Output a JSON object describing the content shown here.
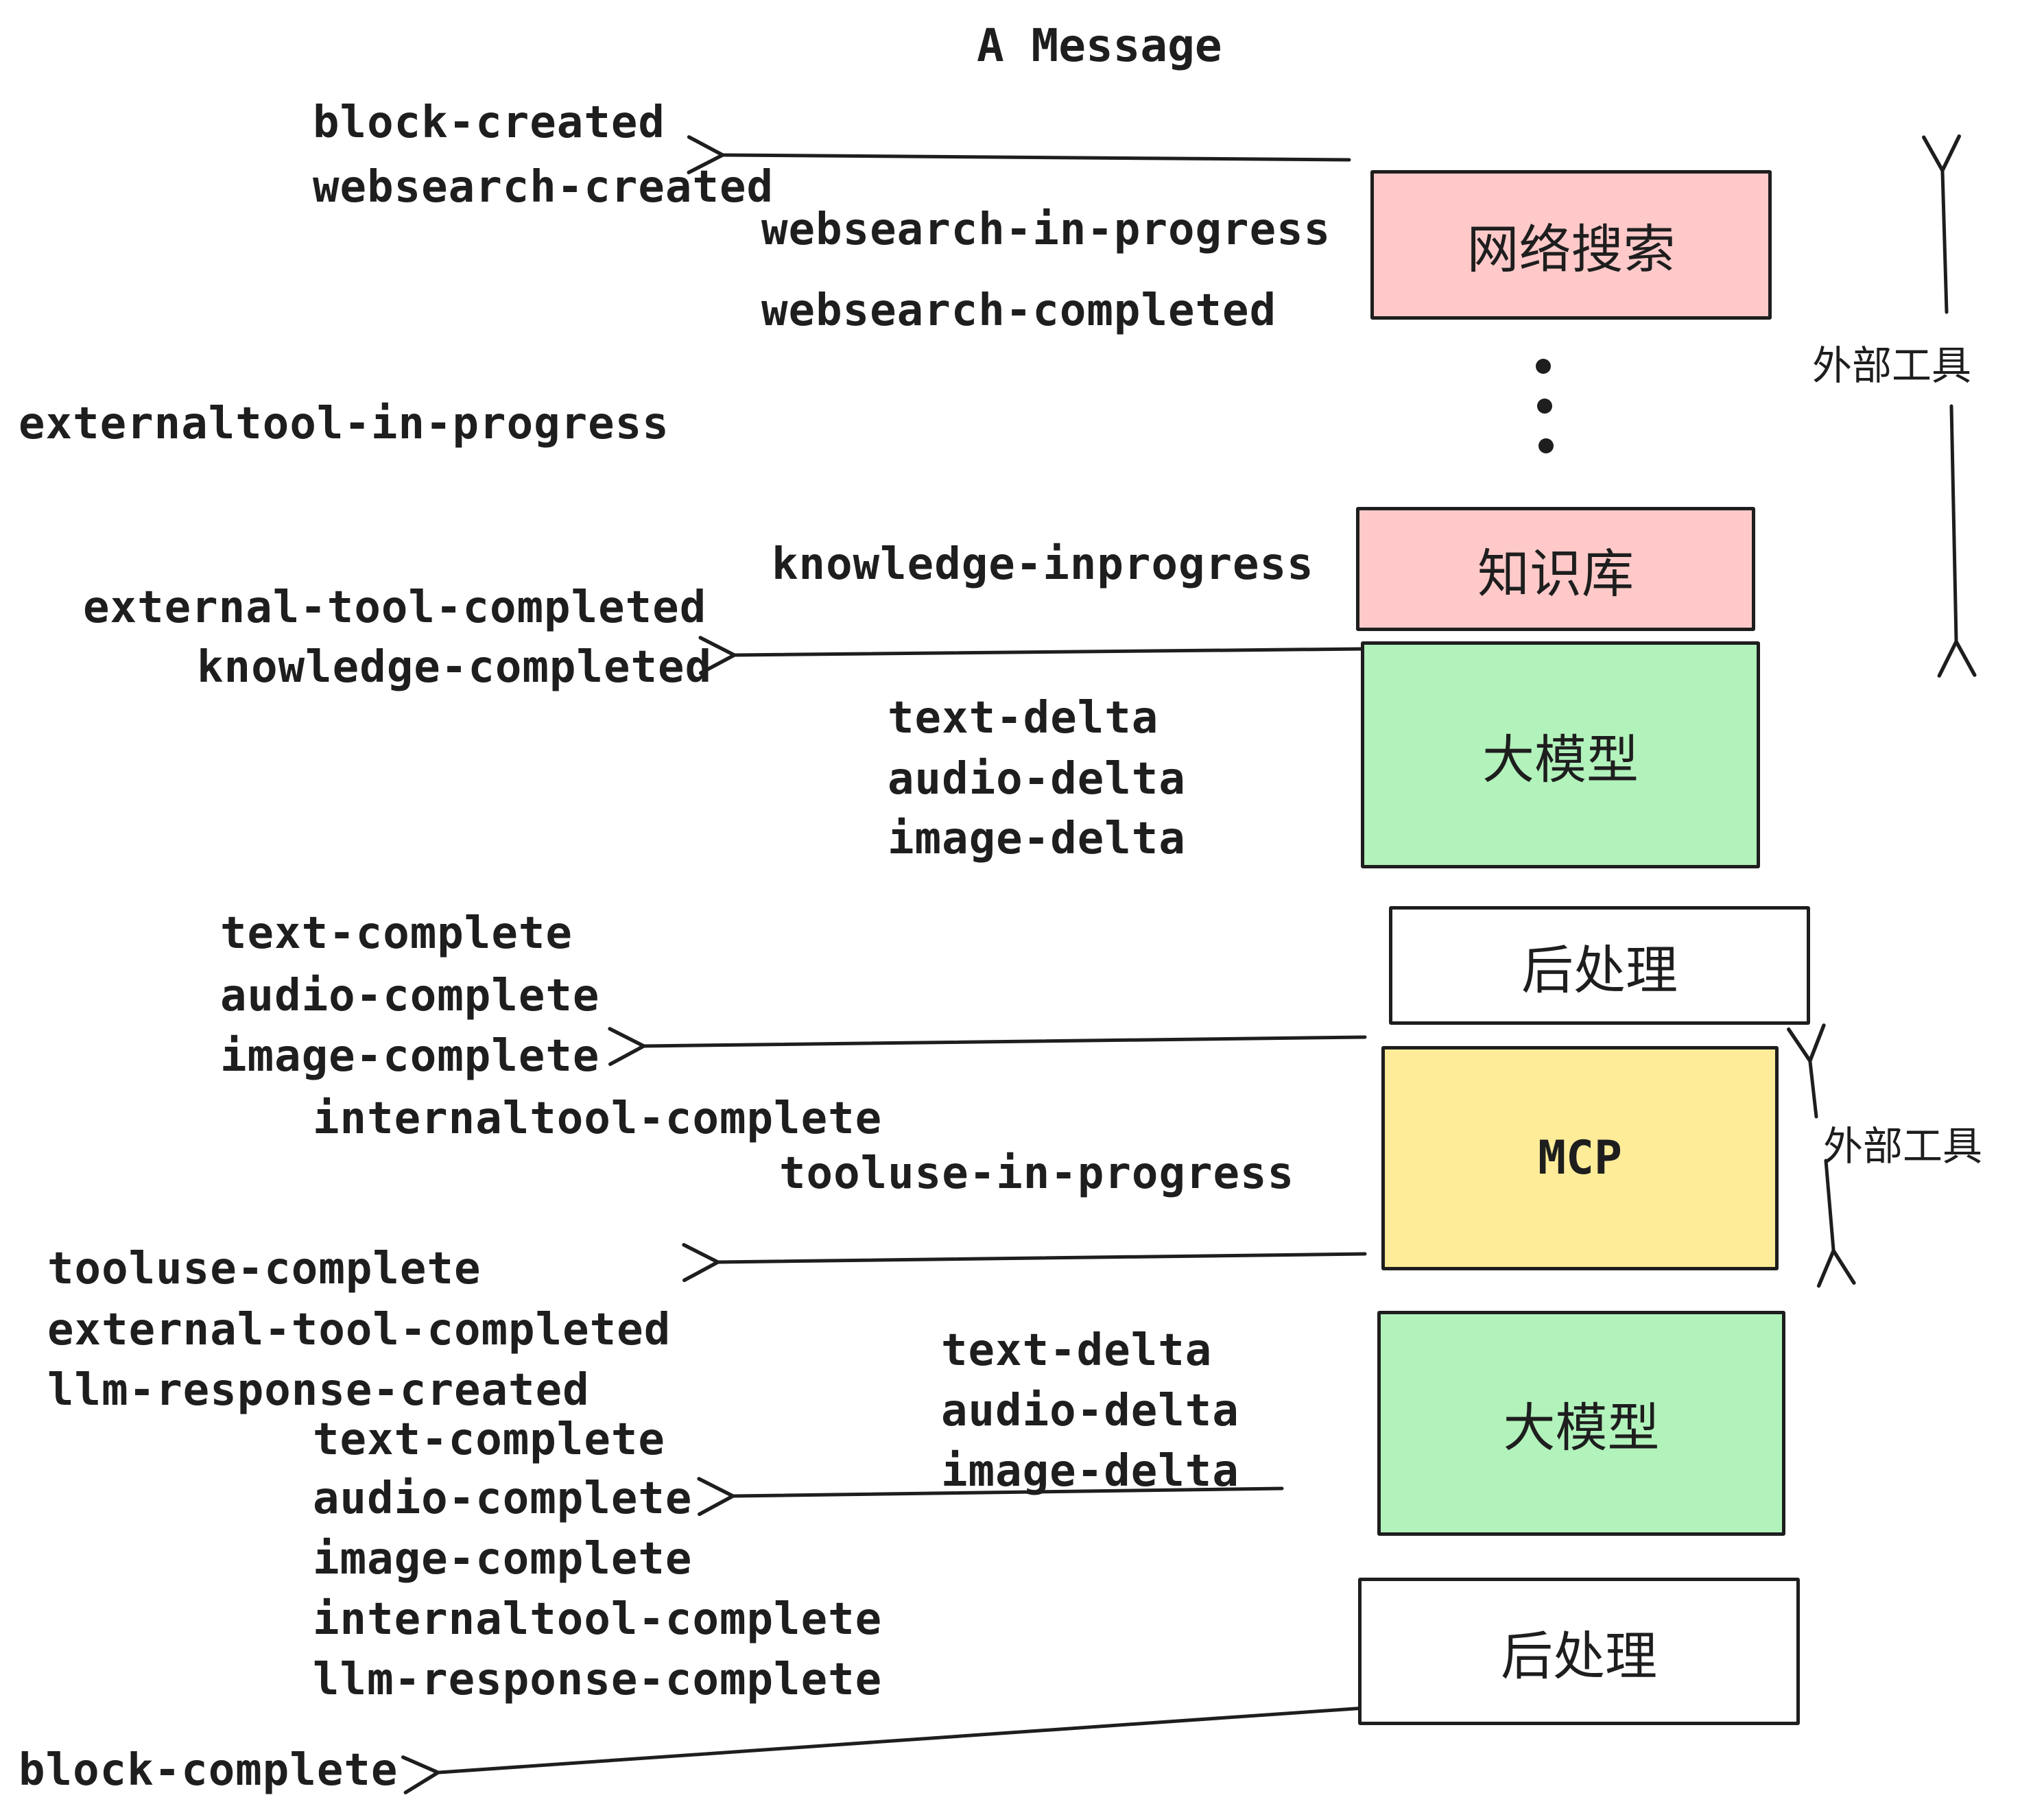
{
  "title": "A Message",
  "colors": {
    "ink": "#1e1e1e",
    "pink": "#ffc9c9",
    "green": "#b2f2bb",
    "yellow": "#ffec99",
    "white": "#ffffff",
    "bg": "#ffffff"
  },
  "boxes": {
    "websearch": {
      "label": "网络搜索"
    },
    "knowledge": {
      "label": "知识库"
    },
    "llm1": {
      "label": "大模型"
    },
    "post1": {
      "label": "后处理"
    },
    "mcp": {
      "label": "MCP"
    },
    "llm2": {
      "label": "大模型"
    },
    "post2": {
      "label": "后处理"
    }
  },
  "side_labels": {
    "external_tools_top": "外部工具",
    "external_tools_mid": "外部工具"
  },
  "events": {
    "block_created": "block-created",
    "websearch_created": "websearch-created",
    "websearch_in_progress": "websearch-in-progress",
    "websearch_completed": "websearch-completed",
    "externaltool_in_progress": "externaltool-in-progress",
    "knowledge_inprogress": "knowledge-inprogress",
    "external_tool_completed_1": "external-tool-completed",
    "knowledge_completed": "knowledge-completed",
    "text_delta_1": "text-delta",
    "audio_delta_1": "audio-delta",
    "image_delta_1": "image-delta",
    "text_complete_1": "text-complete",
    "audio_complete_1": "audio-complete",
    "image_complete_1": "image-complete",
    "internaltool_complete_1": "internaltool-complete",
    "tooluse_in_progress": "tooluse-in-progress",
    "tooluse_complete": "tooluse-complete",
    "external_tool_completed_2": "external-tool-completed",
    "llm_response_created": "llm-response-created",
    "text_complete_2": "text-complete",
    "audio_complete_2": "audio-complete",
    "image_complete_2": "image-complete",
    "internaltool_complete_2": "internaltool-complete",
    "llm_response_complete": "llm-response-complete",
    "block_complete": "block-complete"
  }
}
